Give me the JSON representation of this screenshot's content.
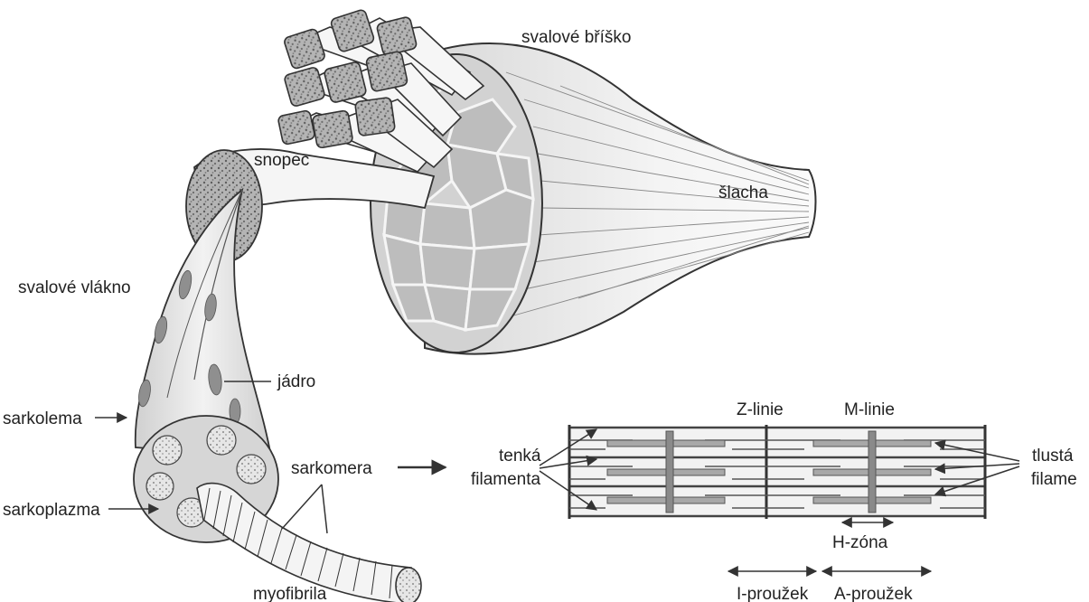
{
  "labels": {
    "belly": "svalové bříško",
    "fascicle": "snopec",
    "tendon": "šlacha",
    "muscle_fiber": "svalové vlákno",
    "nucleus": "jádro",
    "sarcolemma": "sarkolema",
    "sarcoplasm": "sarkoplazma",
    "sarcomere": "sarkomera",
    "myofibril": "myofibrila",
    "thin_filaments_line1": "tenká",
    "thin_filaments_line2": "filamenta",
    "thick_filaments_line1": "tlustá",
    "thick_filaments_line2": "filame",
    "z_line": "Z-linie",
    "m_line": "M-linie",
    "h_zone": "H-zóna",
    "i_band": "I-proužek",
    "a_band": "A-proužek"
  },
  "colors": {
    "ink": "#333333",
    "fill_light": "#f0f0f0",
    "fill_mid": "#c8c8c8",
    "fill_dark": "#9a9a9a",
    "stipple": "#6e6e6e"
  }
}
